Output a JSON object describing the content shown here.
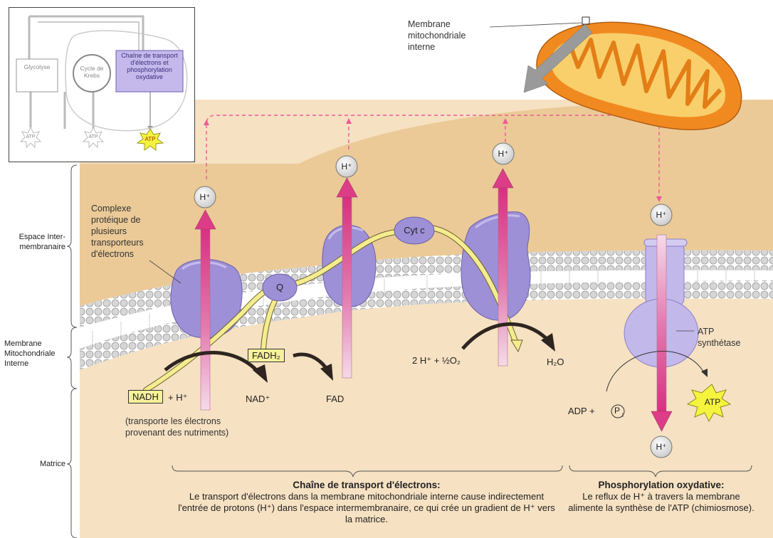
{
  "inset": {
    "glycolyse": "Glycolyse",
    "krebs": "Cycle de Krebs",
    "chain": "Chaîne de transport d'électrons et phosphorylation oxydative",
    "atp1": "ATP",
    "atp2": "ATP",
    "atp3": "ATP"
  },
  "top_label": "Membrane mitochondriale interne",
  "side_labels": {
    "intermembrane": "Espace Inter-membranaire",
    "membrane": "Membrane Mitochondriale Interne",
    "matrix": "Matrice"
  },
  "complex_label": "Complexe protéique de plusieurs transporteurs d'électrons",
  "molecules": {
    "q": "Q",
    "cytc": "Cyt c",
    "nadh": "NADH",
    "nadh_plus": "+ H⁺",
    "nad": "NAD⁺",
    "fadh2": "FADH₂",
    "fad": "FAD",
    "water_reactants": "2 H⁺ + ½O₂",
    "water": "H₂O",
    "adp": "ADP +",
    "pi": "P",
    "pi_sub": "i",
    "atp": "ATP",
    "h": "H⁺"
  },
  "nadh_note": "(transporte les électrons provenant des nutriments)",
  "atp_synthase": "ATP synthétase",
  "captions": {
    "chain_title": "Chaîne de transport d'électrons:",
    "chain_text": "Le transport d'électrons dans la membrane mitochondriale interne cause indirectement l'entrée de protons (H⁺) dans l'espace intermembranaire, ce qui crée un gradient de H⁺ vers la matrice.",
    "phos_title": "Phosphorylation oxydative:",
    "phos_text": "Le reflux de H⁺ à travers la membrane alimente la synthèse de l'ATP (chimiosmose)."
  },
  "colors": {
    "background": "#f5dfbf",
    "intermembrane": "#e9c48f",
    "protein": "#9b8fd4",
    "proton_arrow": "#e0488b",
    "electron_path": "#f5ec8a",
    "mito_outer": "#ef8a1e"
  }
}
